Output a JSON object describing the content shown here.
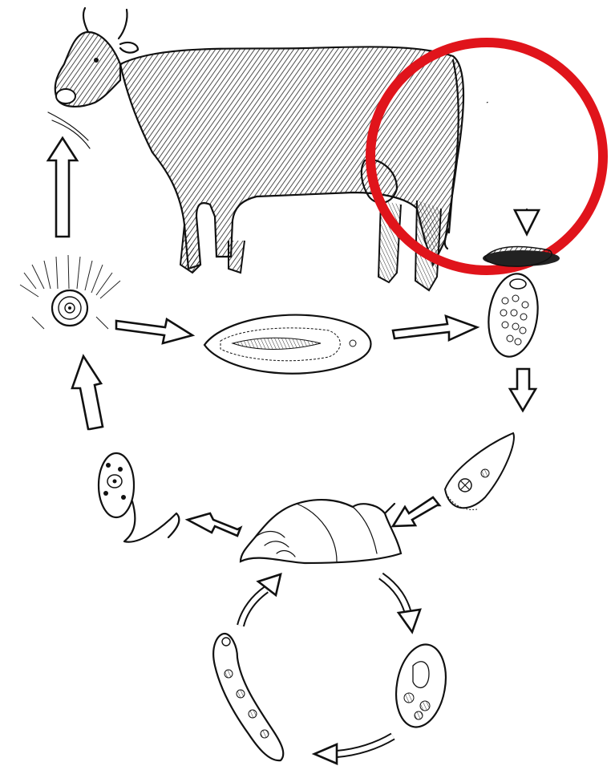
{
  "diagram": {
    "highlight_color": "#e0141b",
    "ink_color": "#111111",
    "stages": [
      {
        "id": "cow",
        "icon": "cow-icon"
      },
      {
        "id": "dung",
        "icon": "dung-icon"
      },
      {
        "id": "egg",
        "icon": "egg-icon"
      },
      {
        "id": "miracidium",
        "icon": "miracidium-icon"
      },
      {
        "id": "snail",
        "icon": "snail-icon"
      },
      {
        "id": "sporocyst",
        "icon": "sporocyst-icon"
      },
      {
        "id": "redia",
        "icon": "redia-icon"
      },
      {
        "id": "cercaria",
        "icon": "cercaria-icon"
      },
      {
        "id": "metacercaria-on-grass",
        "icon": "metacercaria-icon"
      },
      {
        "id": "adult-fluke",
        "icon": "liver-fluke-icon"
      }
    ]
  }
}
